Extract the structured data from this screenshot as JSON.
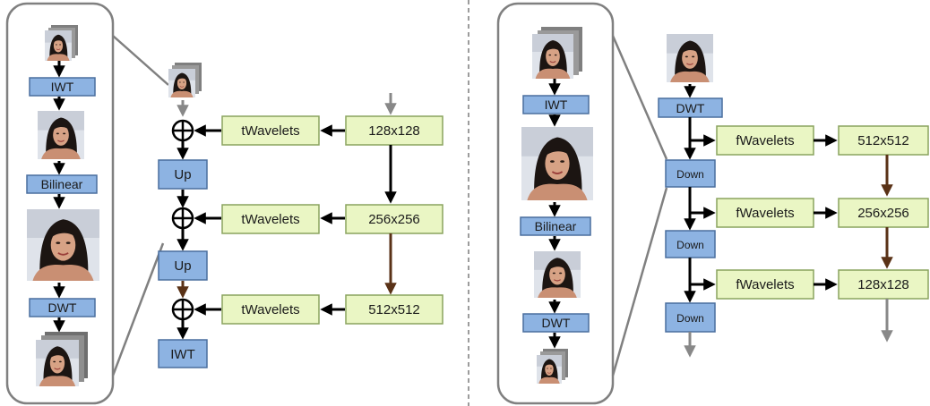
{
  "colors": {
    "blue_fill": "#8db3e2",
    "blue_stroke": "#4a6e9e",
    "green_fill": "#eaf6c4",
    "green_stroke": "#8aa35f",
    "arrow_black": "#000000",
    "arrow_gray": "#888888",
    "arrow_brown": "#5a3217",
    "panel_stroke": "#808080",
    "divider": "#666666"
  },
  "left_inset": {
    "iwt_label": "IWT",
    "bilinear_label": "Bilinear",
    "dwt_label": "DWT"
  },
  "left_main": {
    "twavelets_labels": [
      "tWavelets",
      "tWavelets",
      "tWavelets"
    ],
    "resolution_labels": [
      "128x128",
      "256x256",
      "512x512"
    ],
    "up_labels": [
      "Up",
      "Up"
    ],
    "iwt_label": "IWT"
  },
  "right_inset": {
    "iwt_label": "IWT",
    "bilinear_label": "Bilinear",
    "dwt_label": "DWT"
  },
  "right_main": {
    "dwt_label": "DWT",
    "fwavelets_labels": [
      "fWavelets",
      "fWavelets",
      "fWavelets"
    ],
    "resolution_labels": [
      "512x512",
      "256x256",
      "128x128"
    ],
    "down_labels": [
      "Down",
      "Down",
      "Down"
    ]
  }
}
